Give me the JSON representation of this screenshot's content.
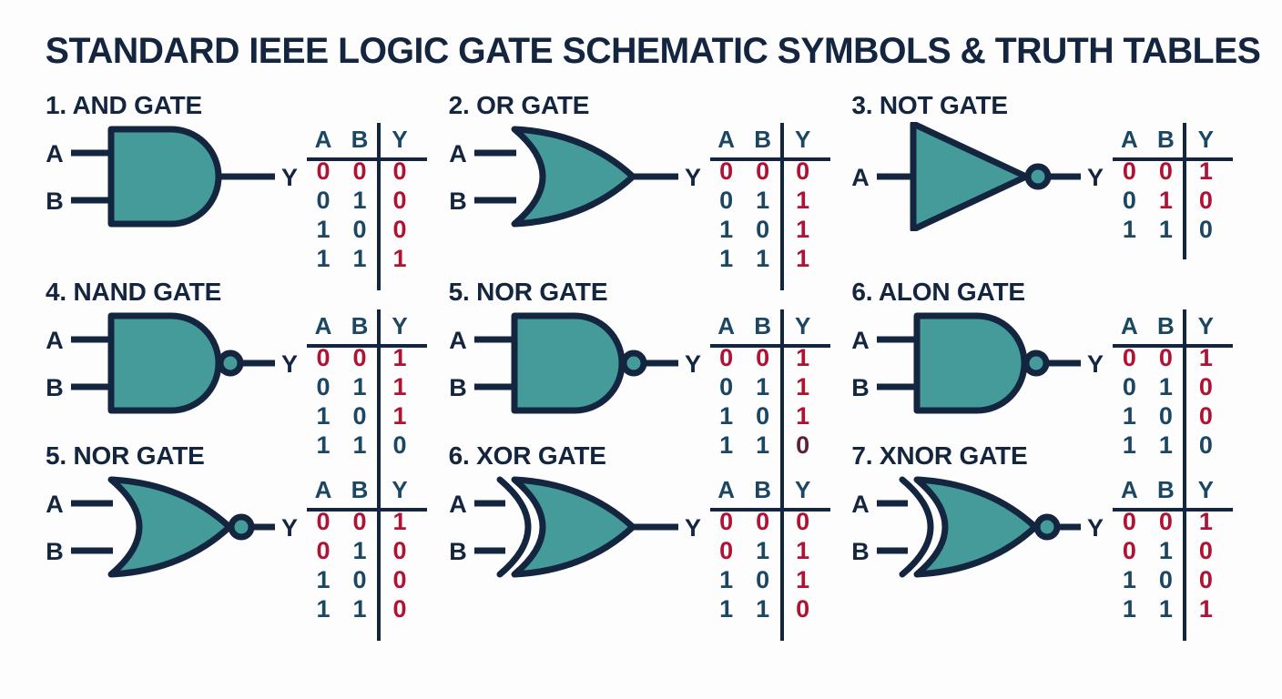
{
  "page": {
    "title": "STANDARD IEEE LOGIC GATE SCHEMATIC SYMBOLS & TRUTH TABLES",
    "background_color": "#fdfdfd",
    "ink_color": "#13253f",
    "gate_fill_color": "#459a9a",
    "true_color": "#b01233",
    "false_color": "#1c4763"
  },
  "table_headers": {
    "a": "A",
    "b": "B",
    "y": "Y"
  },
  "io": {
    "input_a": "A",
    "input_b": "B",
    "output": "Y"
  },
  "gates": [
    {
      "heading": "1. AND GATE",
      "shape": "and",
      "bubble": false,
      "inputs": [
        "A",
        "B"
      ],
      "output": "Y",
      "rows": [
        {
          "a": "0",
          "b": "0",
          "y": "0",
          "a_color": "red",
          "b_color": "red",
          "y_color": "red"
        },
        {
          "a": "0",
          "b": "1",
          "y": "0",
          "a_color": "navy",
          "b_color": "navy",
          "y_color": "red"
        },
        {
          "a": "1",
          "b": "0",
          "y": "0",
          "a_color": "navy",
          "b_color": "navy",
          "y_color": "red"
        },
        {
          "a": "1",
          "b": "1",
          "y": "1",
          "a_color": "navy",
          "b_color": "navy",
          "y_color": "red"
        }
      ]
    },
    {
      "heading": "2. OR GATE",
      "shape": "or",
      "bubble": false,
      "inputs": [
        "A",
        "B"
      ],
      "output": "Y",
      "rows": [
        {
          "a": "0",
          "b": "0",
          "y": "0",
          "a_color": "red",
          "b_color": "red",
          "y_color": "red"
        },
        {
          "a": "0",
          "b": "1",
          "y": "1",
          "a_color": "navy",
          "b_color": "navy",
          "y_color": "red"
        },
        {
          "a": "1",
          "b": "0",
          "y": "1",
          "a_color": "navy",
          "b_color": "navy",
          "y_color": "red"
        },
        {
          "a": "1",
          "b": "1",
          "y": "1",
          "a_color": "navy",
          "b_color": "navy",
          "y_color": "red"
        }
      ]
    },
    {
      "heading": "3. NOT GATE",
      "shape": "not",
      "bubble": true,
      "inputs": [
        "A"
      ],
      "output": "Y",
      "rows": [
        {
          "a": "0",
          "b": "0",
          "y": "1",
          "a_color": "red",
          "b_color": "red",
          "y_color": "red"
        },
        {
          "a": "0",
          "b": "1",
          "y": "0",
          "a_color": "navy",
          "b_color": "red",
          "y_color": "red"
        },
        {
          "a": "1",
          "b": "1",
          "y": "0",
          "a_color": "navy",
          "b_color": "navy",
          "y_color": "navy"
        }
      ]
    },
    {
      "heading": "4. NAND GATE",
      "shape": "and",
      "bubble": true,
      "inputs": [
        "A",
        "B"
      ],
      "output": "Y",
      "rows": [
        {
          "a": "0",
          "b": "0",
          "y": "1",
          "a_color": "red",
          "b_color": "red",
          "y_color": "red"
        },
        {
          "a": "0",
          "b": "1",
          "y": "1",
          "a_color": "navy",
          "b_color": "navy",
          "y_color": "red"
        },
        {
          "a": "1",
          "b": "0",
          "y": "1",
          "a_color": "navy",
          "b_color": "navy",
          "y_color": "red"
        },
        {
          "a": "1",
          "b": "1",
          "y": "0",
          "a_color": "navy",
          "b_color": "navy",
          "y_color": "navy"
        }
      ]
    },
    {
      "heading": "5. NOR GATE",
      "shape": "and",
      "bubble": true,
      "inputs": [
        "A",
        "B"
      ],
      "output": "Y",
      "rows": [
        {
          "a": "0",
          "b": "0",
          "y": "1",
          "a_color": "red",
          "b_color": "red",
          "y_color": "red"
        },
        {
          "a": "0",
          "b": "1",
          "y": "1",
          "a_color": "navy",
          "b_color": "navy",
          "y_color": "red"
        },
        {
          "a": "1",
          "b": "0",
          "y": "1",
          "a_color": "navy",
          "b_color": "navy",
          "y_color": "red"
        },
        {
          "a": "1",
          "b": "1",
          "y": "0",
          "a_color": "navy",
          "b_color": "navy",
          "y_color": "dark"
        }
      ]
    },
    {
      "heading": "6. ALON GATE",
      "shape": "and",
      "bubble": true,
      "inputs": [
        "A",
        "B"
      ],
      "output": "Y",
      "rows": [
        {
          "a": "0",
          "b": "0",
          "y": "1",
          "a_color": "red",
          "b_color": "red",
          "y_color": "red"
        },
        {
          "a": "0",
          "b": "1",
          "y": "0",
          "a_color": "navy",
          "b_color": "navy",
          "y_color": "red"
        },
        {
          "a": "1",
          "b": "0",
          "y": "0",
          "a_color": "navy",
          "b_color": "navy",
          "y_color": "red"
        },
        {
          "a": "1",
          "b": "1",
          "y": "0",
          "a_color": "navy",
          "b_color": "navy",
          "y_color": "navy"
        }
      ]
    },
    {
      "heading": "5. NOR GATE",
      "shape": "or",
      "bubble": true,
      "inputs": [
        "A",
        "B"
      ],
      "output": "Y",
      "rows": [
        {
          "a": "0",
          "b": "0",
          "y": "1",
          "a_color": "red",
          "b_color": "red",
          "y_color": "red"
        },
        {
          "a": "0",
          "b": "1",
          "y": "0",
          "a_color": "red",
          "b_color": "navy",
          "y_color": "red"
        },
        {
          "a": "1",
          "b": "0",
          "y": "0",
          "a_color": "navy",
          "b_color": "navy",
          "y_color": "red"
        },
        {
          "a": "1",
          "b": "1",
          "y": "0",
          "a_color": "navy",
          "b_color": "navy",
          "y_color": "red"
        }
      ]
    },
    {
      "heading": "6. XOR GATE",
      "shape": "xor",
      "bubble": false,
      "inputs": [
        "A",
        "B"
      ],
      "output": "Y",
      "rows": [
        {
          "a": "0",
          "b": "0",
          "y": "0",
          "a_color": "red",
          "b_color": "red",
          "y_color": "red"
        },
        {
          "a": "0",
          "b": "1",
          "y": "1",
          "a_color": "red",
          "b_color": "navy",
          "y_color": "red"
        },
        {
          "a": "1",
          "b": "0",
          "y": "1",
          "a_color": "navy",
          "b_color": "navy",
          "y_color": "red"
        },
        {
          "a": "1",
          "b": "1",
          "y": "0",
          "a_color": "navy",
          "b_color": "navy",
          "y_color": "red"
        }
      ]
    },
    {
      "heading": "7. XNOR GATE",
      "shape": "xor",
      "bubble": true,
      "inputs": [
        "A",
        "B"
      ],
      "output": "Y",
      "rows": [
        {
          "a": "0",
          "b": "0",
          "y": "1",
          "a_color": "red",
          "b_color": "red",
          "y_color": "red"
        },
        {
          "a": "0",
          "b": "1",
          "y": "0",
          "a_color": "red",
          "b_color": "navy",
          "y_color": "red"
        },
        {
          "a": "1",
          "b": "0",
          "y": "0",
          "a_color": "navy",
          "b_color": "navy",
          "y_color": "red"
        },
        {
          "a": "1",
          "b": "1",
          "y": "1",
          "a_color": "navy",
          "b_color": "navy",
          "y_color": "red"
        }
      ]
    }
  ]
}
